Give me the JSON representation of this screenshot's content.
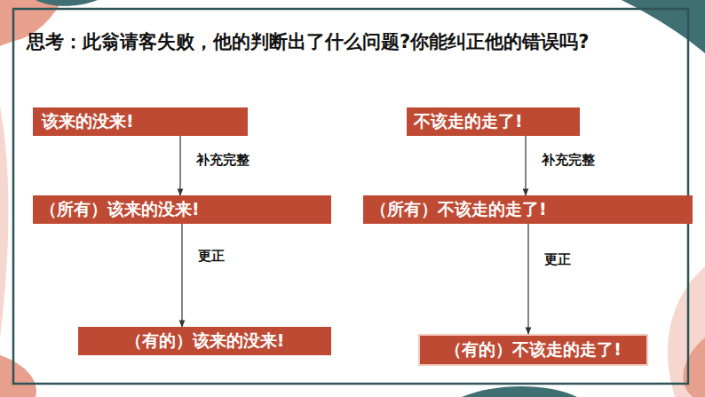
{
  "diagram": {
    "title": "思考：此翁请客失败，他的判断出了什么问题?你能纠正他的错误吗?",
    "nodes": [
      {
        "text": [
          "该来的没来!"
        ]
      },
      {
        "text": [
          "不该走的走了!"
        ]
      },
      {
        "text": [
          "（所有）该来的没来!"
        ]
      },
      {
        "text": [
          "（所有）不该走的走了!"
        ]
      },
      {
        "text": [
          "（有的）该来的没来!"
        ]
      },
      {
        "text": [
          "（有的）不该走的走了!"
        ]
      }
    ],
    "edges": [
      {
        "from": 0,
        "to": 2,
        "arrow": "to",
        "label": "补充完整"
      },
      {
        "from": 2,
        "to": 4,
        "arrow": "to",
        "label": "更正"
      },
      {
        "from": 1,
        "to": 3,
        "arrow": "to",
        "label": "补充完整"
      },
      {
        "from": 3,
        "to": 5,
        "arrow": "to",
        "label": "更正"
      }
    ]
  }
}
